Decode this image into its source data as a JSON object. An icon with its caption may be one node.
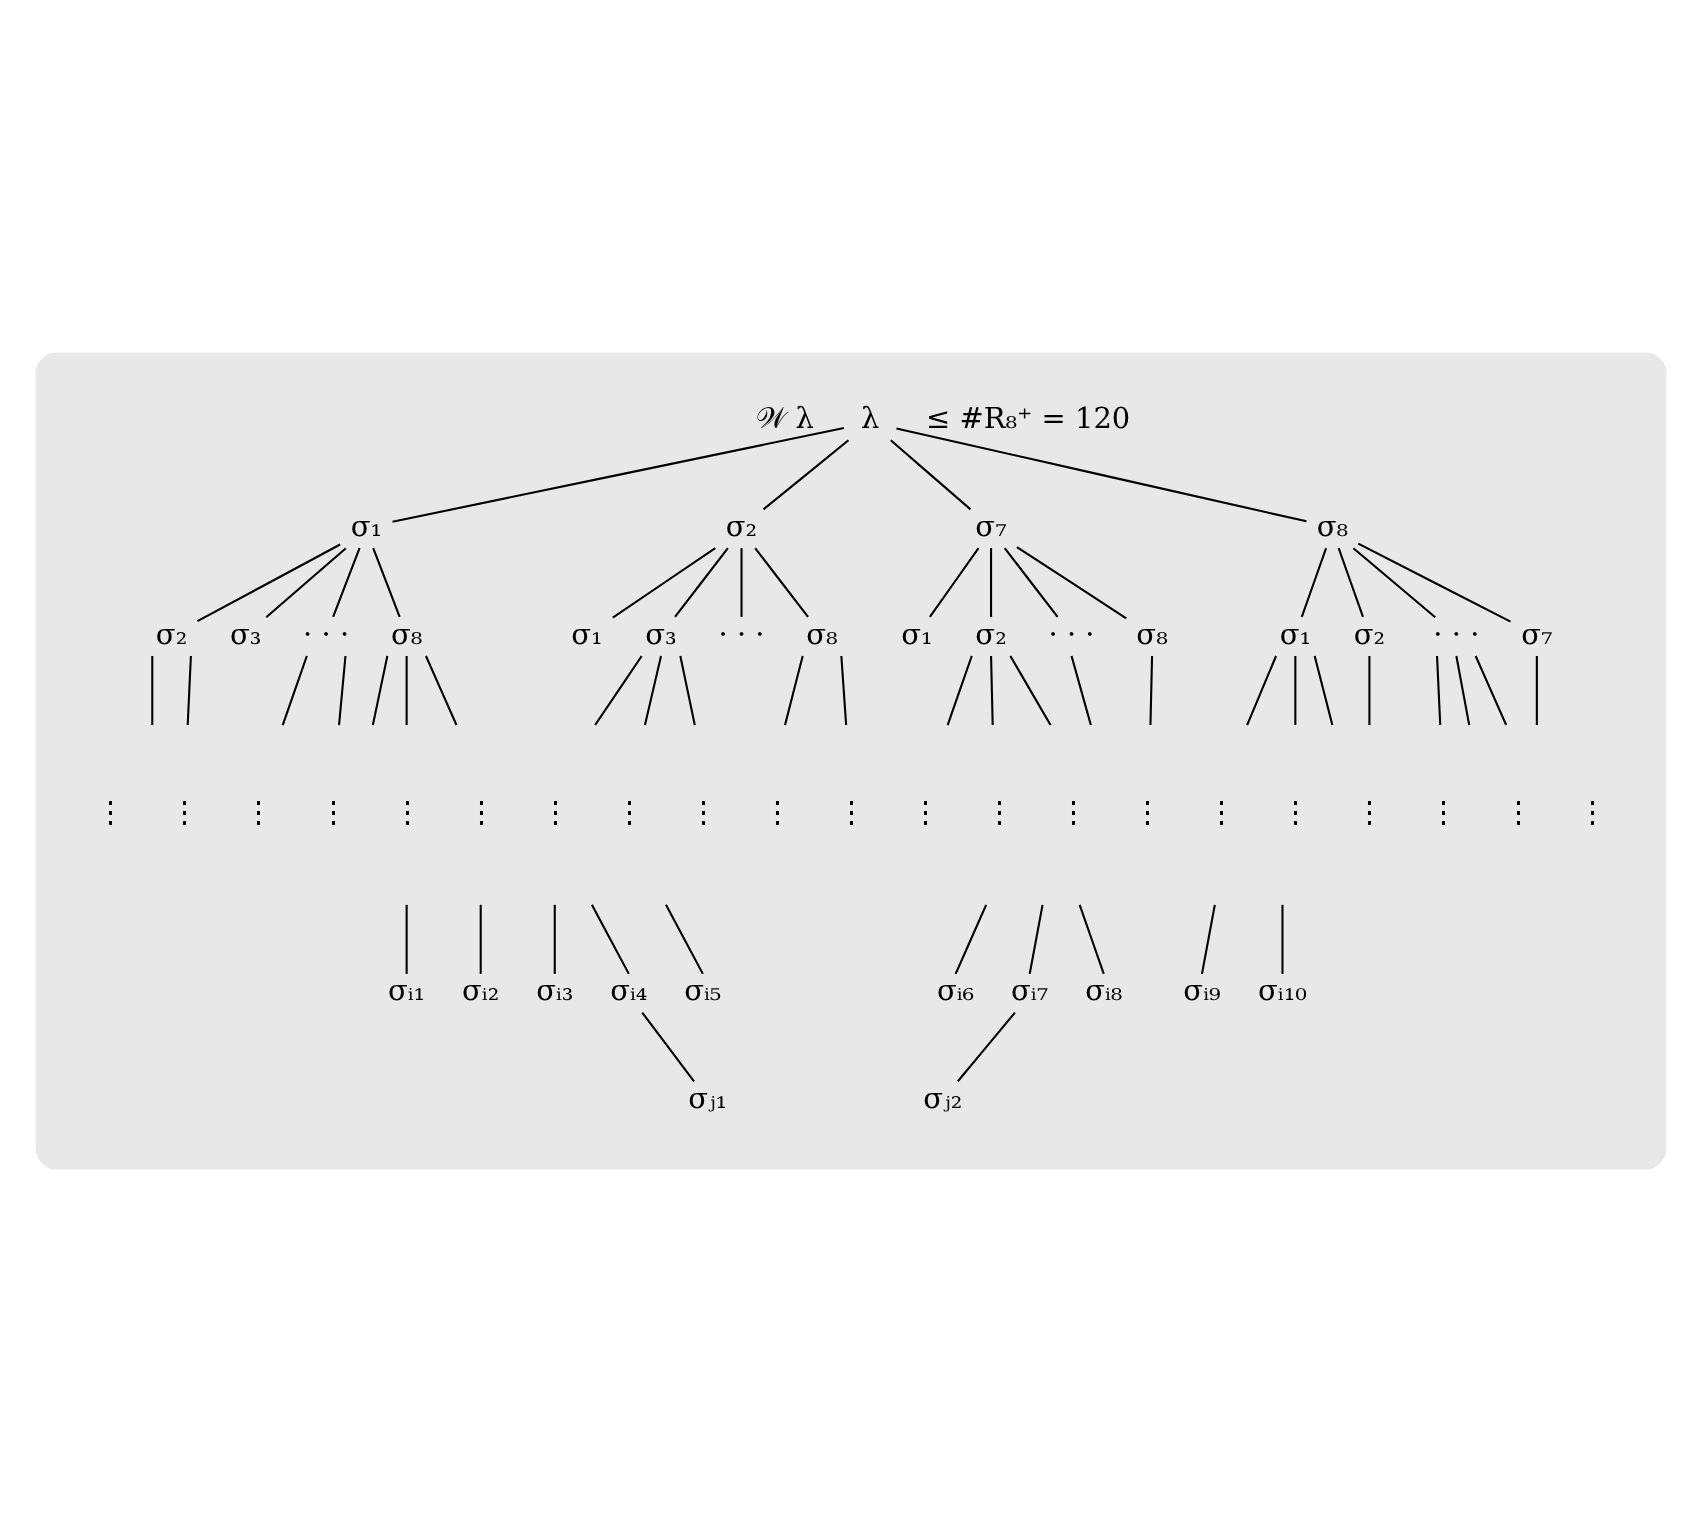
{
  "diagram": {
    "nodes": [
      {
        "text": [],
        "shape": "blob"
      },
      {
        "text": [
          "λ"
        ],
        "in": 0
      },
      {
        "text": [
          "σ₁"
        ],
        "in": 0
      },
      {
        "text": [
          "σ₂"
        ],
        "in": 0
      },
      {
        "text": [
          "σ₇"
        ],
        "in": 0
      },
      {
        "text": [
          "σ₈"
        ],
        "in": 0
      },
      {
        "text": [
          "σ₂"
        ],
        "in": 0
      },
      {
        "text": [
          "σ₃"
        ],
        "in": 0
      },
      {
        "text": [
          "· · ·"
        ],
        "in": 0
      },
      {
        "text": [
          "σ₈"
        ],
        "in": 0
      },
      {
        "text": [
          "σ₁"
        ],
        "in": 0
      },
      {
        "text": [
          "σ₃"
        ],
        "in": 0
      },
      {
        "text": [
          "· · ·"
        ],
        "in": 0
      },
      {
        "text": [
          "σ₈"
        ],
        "in": 0
      },
      {
        "text": [
          "σ₁"
        ],
        "in": 0
      },
      {
        "text": [
          "σ₂"
        ],
        "in": 0
      },
      {
        "text": [
          "· · ·"
        ],
        "in": 0
      },
      {
        "text": [
          "σ₈"
        ],
        "in": 0
      },
      {
        "text": [
          "σ₁"
        ],
        "in": 0
      },
      {
        "text": [
          "σ₂"
        ],
        "in": 0
      },
      {
        "text": [
          "· · ·"
        ],
        "in": 0
      },
      {
        "text": [
          "σ₇"
        ],
        "in": 0
      },
      {
        "text": [
          "σᵢ₁"
        ],
        "in": 0
      },
      {
        "text": [
          "σᵢ₂"
        ],
        "in": 0
      },
      {
        "text": [
          "σᵢ₃"
        ],
        "in": 0
      },
      {
        "text": [
          "σᵢ₄"
        ],
        "in": 0
      },
      {
        "text": [
          "σᵢ₅"
        ],
        "in": 0
      },
      {
        "text": [
          "σᵢ₆"
        ],
        "in": 0
      },
      {
        "text": [
          "σᵢ₇"
        ],
        "in": 0
      },
      {
        "text": [
          "σᵢ₈"
        ],
        "in": 0
      },
      {
        "text": [
          "σᵢ₉"
        ],
        "in": 0
      },
      {
        "text": [
          "σᵢ₁₀"
        ],
        "in": 0
      },
      {
        "text": [
          "σⱼ₁"
        ],
        "in": 0
      },
      {
        "text": [
          "σⱼ₂"
        ],
        "in": 0
      }
    ],
    "edges": [
      {
        "from": 1,
        "to": 2,
        "arrow": "none"
      },
      {
        "from": 1,
        "to": 3,
        "arrow": "none"
      },
      {
        "from": 1,
        "to": 4,
        "arrow": "none"
      },
      {
        "from": 1,
        "to": 5,
        "arrow": "none"
      },
      {
        "from": 2,
        "to": 6,
        "arrow": "none"
      },
      {
        "from": 2,
        "to": 7,
        "arrow": "none"
      },
      {
        "from": 2,
        "to": 8,
        "arrow": "none"
      },
      {
        "from": 2,
        "to": 9,
        "arrow": "none"
      },
      {
        "from": 3,
        "to": 10,
        "arrow": "none"
      },
      {
        "from": 3,
        "to": 11,
        "arrow": "none"
      },
      {
        "from": 3,
        "to": 12,
        "arrow": "none"
      },
      {
        "from": 3,
        "to": 13,
        "arrow": "none"
      },
      {
        "from": 4,
        "to": 14,
        "arrow": "none"
      },
      {
        "from": 4,
        "to": 15,
        "arrow": "none"
      },
      {
        "from": 4,
        "to": 16,
        "arrow": "none"
      },
      {
        "from": 4,
        "to": 17,
        "arrow": "none"
      },
      {
        "from": 5,
        "to": 18,
        "arrow": "none"
      },
      {
        "from": 5,
        "to": 19,
        "arrow": "none"
      },
      {
        "from": 5,
        "to": 20,
        "arrow": "none"
      },
      {
        "from": 5,
        "to": 21,
        "arrow": "none"
      },
      {
        "from": 6,
        "to": null,
        "arrow": "none"
      },
      {
        "from": 6,
        "to": null,
        "arrow": "none"
      },
      {
        "from": 8,
        "to": null,
        "arrow": "none"
      },
      {
        "from": 8,
        "to": null,
        "arrow": "none"
      },
      {
        "from": 9,
        "to": null,
        "arrow": "none"
      },
      {
        "from": 9,
        "to": null,
        "arrow": "none"
      },
      {
        "from": 9,
        "to": null,
        "arrow": "none"
      },
      {
        "from": 11,
        "to": null,
        "arrow": "none"
      },
      {
        "from": 11,
        "to": null,
        "arrow": "none"
      },
      {
        "from": 11,
        "to": null,
        "arrow": "none"
      },
      {
        "from": 13,
        "to": null,
        "arrow": "none"
      },
      {
        "from": 13,
        "to": null,
        "arrow": "none"
      },
      {
        "from": 15,
        "to": null,
        "arrow": "none"
      },
      {
        "from": 15,
        "to": null,
        "arrow": "none"
      },
      {
        "from": 15,
        "to": null,
        "arrow": "none"
      },
      {
        "from": 16,
        "to": null,
        "arrow": "none"
      },
      {
        "from": 17,
        "to": null,
        "arrow": "none"
      },
      {
        "from": 18,
        "to": null,
        "arrow": "none"
      },
      {
        "from": 18,
        "to": null,
        "arrow": "none"
      },
      {
        "from": 18,
        "to": null,
        "arrow": "none"
      },
      {
        "from": 19,
        "to": null,
        "arrow": "none"
      },
      {
        "from": 20,
        "to": null,
        "arrow": "none"
      },
      {
        "from": 20,
        "to": null,
        "arrow": "none"
      },
      {
        "from": 20,
        "to": null,
        "arrow": "none"
      },
      {
        "from": 21,
        "to": null,
        "arrow": "none"
      },
      {
        "from": null,
        "to": 22,
        "arrow": "none"
      },
      {
        "from": null,
        "to": 23,
        "arrow": "none"
      },
      {
        "from": null,
        "to": 24,
        "arrow": "none"
      },
      {
        "from": null,
        "to": 25,
        "arrow": "none"
      },
      {
        "from": null,
        "to": 26,
        "arrow": "none"
      },
      {
        "from": null,
        "to": 27,
        "arrow": "none"
      },
      {
        "from": null,
        "to": 28,
        "arrow": "none"
      },
      {
        "from": null,
        "to": 29,
        "arrow": "none"
      },
      {
        "from": null,
        "to": 30,
        "arrow": "none"
      },
      {
        "from": null,
        "to": 31,
        "arrow": "none"
      },
      {
        "from": 25,
        "to": 32,
        "arrow": "none"
      },
      {
        "from": 28,
        "to": 33,
        "arrow": "none"
      }
    ],
    "labels": [
      "𝒲 λ",
      "≤ #R₈⁺ = 120",
      "⋮",
      "⋮",
      "⋮",
      "⋮",
      "⋮",
      "⋮",
      "⋮",
      "⋮",
      "⋮",
      "⋮",
      "⋮",
      "⋮",
      "⋮",
      "⋮",
      "⋮",
      "⋮",
      "⋮",
      "⋮",
      "⋮",
      "⋮",
      "⋮"
    ]
  }
}
